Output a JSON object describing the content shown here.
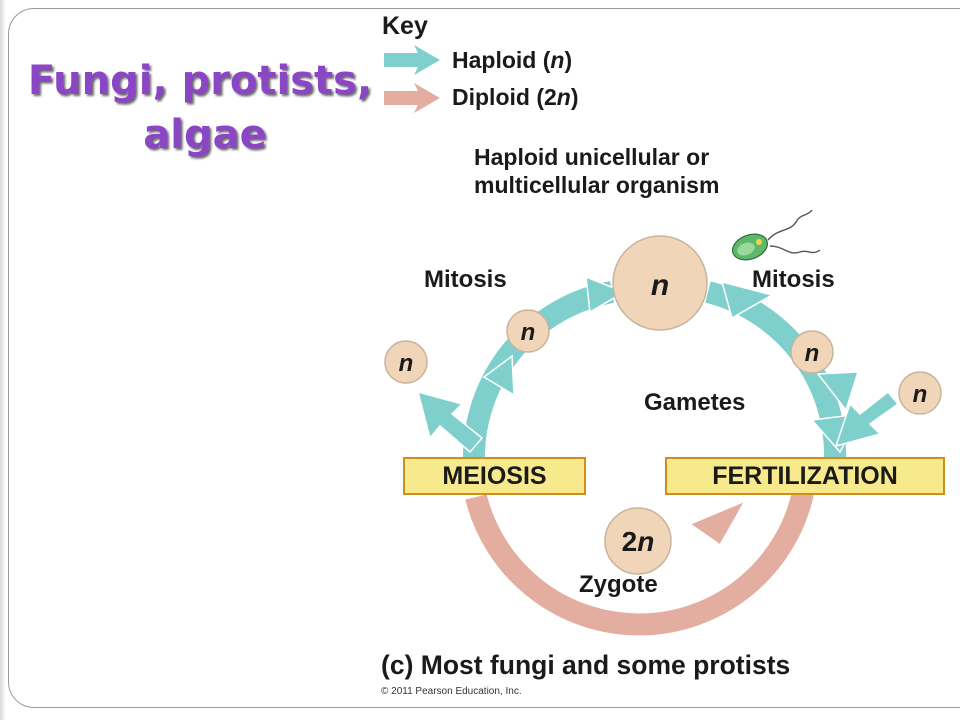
{
  "slide": {
    "title_line1": "Fungi, protists,",
    "title_line2": "algae"
  },
  "key": {
    "title": "Key",
    "haploid_label_prefix": "Haploid (",
    "haploid_label_symbol": "n",
    "haploid_label_suffix": ")",
    "diploid_label_prefix": "Diploid (2",
    "diploid_label_symbol": "n",
    "diploid_label_suffix": ")",
    "haploid_color": "#7fcfcc",
    "diploid_color": "#e3aea0"
  },
  "diagram": {
    "organism_line1": "Haploid unicellular or",
    "organism_line2": "multicellular organism",
    "organism_cell": "n",
    "mitosis_left": "Mitosis",
    "mitosis_right": "Mitosis",
    "spore_left_outer": "n",
    "spore_left_inner": "n",
    "gamete_inner": "n",
    "gamete_outer": "n",
    "gametes_label": "Gametes",
    "meiosis_label": "MEIOSIS",
    "fertilization_label": "FERTILIZATION",
    "zygote_cell": "2n",
    "zygote_label": "Zygote",
    "cell_fill": "#f1d5b8",
    "box_fill": "#f7ea8c",
    "box_border": "#d28e1a"
  },
  "caption": "(c) Most fungi and some protists",
  "copyright": "© 2011 Pearson Education, Inc."
}
